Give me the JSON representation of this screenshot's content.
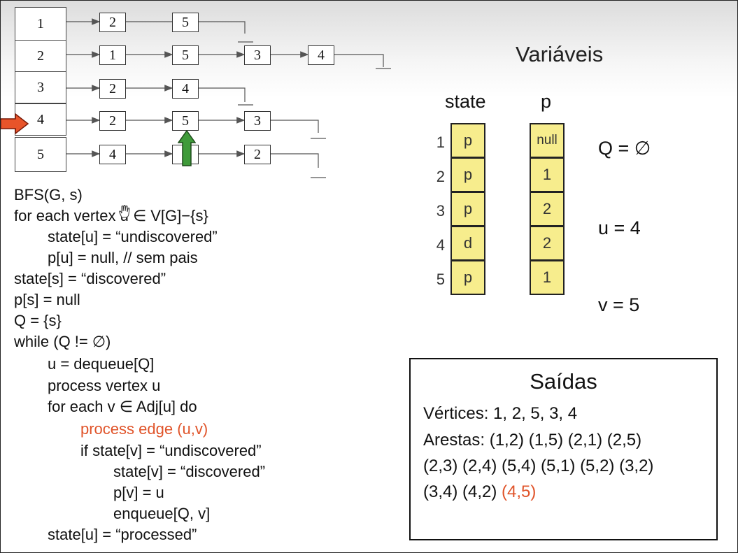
{
  "adjacency": {
    "vertices": [
      "1",
      "2",
      "3",
      "4",
      "5"
    ],
    "lists": [
      [
        "2",
        "5"
      ],
      [
        "1",
        "5",
        "3",
        "4"
      ],
      [
        "2",
        "4"
      ],
      [
        "2",
        "5",
        "3"
      ],
      [
        "4",
        "",
        "2"
      ]
    ],
    "current_vertex_arrow_color": "#e8542a",
    "current_neighbor_arrow_color": "#3f9b3a"
  },
  "code": {
    "lines": [
      "BFS(G, s)",
      "for each vertex u ∈ V[G]−{s}",
      "state[u] = “undiscovered”",
      "p[u] = null, // sem pais",
      "state[s] = “discovered”",
      "p[s] = null",
      "Q = {s}",
      "while (Q != ∅)",
      "u = dequeue[Q]",
      "process vertex u",
      "for each v ∈ Adj[u] do",
      "process edge (u,v)",
      "if state[v] = “undiscovered”",
      "state[v] = “discovered”",
      "p[v] = u",
      "enqueue[Q, v]",
      "state[u] = “processed”"
    ],
    "highlight_color": "#e0542a"
  },
  "variables": {
    "title": "Variáveis",
    "state_header": "state",
    "p_header": "p",
    "row_labels": [
      "1",
      "2",
      "3",
      "4",
      "5"
    ],
    "state_values": [
      "p",
      "p",
      "p",
      "d",
      "p"
    ],
    "p_values": [
      "null",
      "1",
      "2",
      "2",
      "1"
    ],
    "q_text": "Q = ∅",
    "u_text": "u = 4",
    "v_text": "v = 5",
    "cell_color": "#f7ed8d"
  },
  "outputs": {
    "title": "Saídas",
    "vertices_line": "Vértices: 1, 2, 5, 3, 4",
    "edges_line1": "Arestas: (1,2) (1,5) (2,1) (2,5)",
    "edges_line2": "(2,3) (2,4) (5,4) (5,1) (5,2) (3,2)",
    "edges_line3_black": "(3,4) (4,2) ",
    "edges_line3_highlight": "(4,5)"
  }
}
